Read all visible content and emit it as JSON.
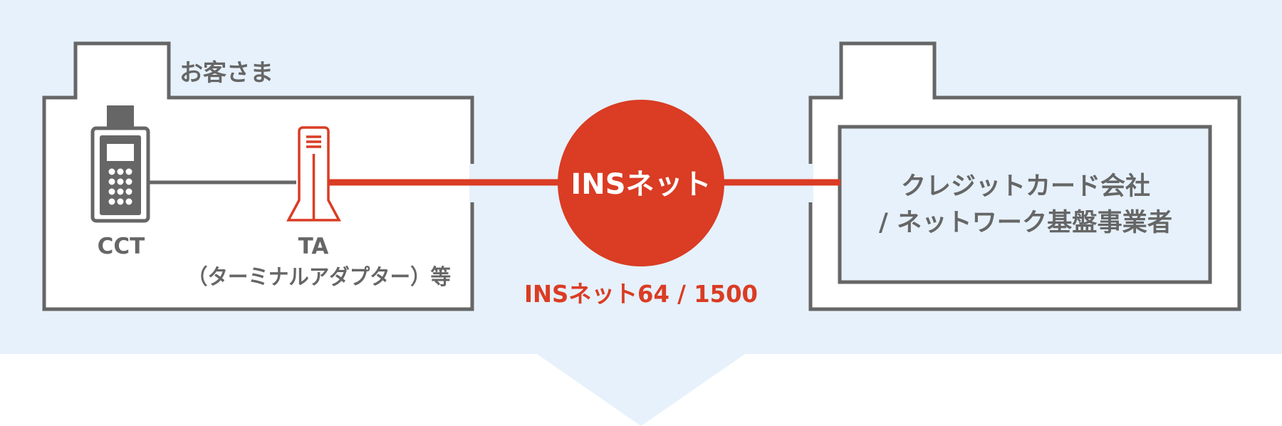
{
  "customer": {
    "label": "お客さま",
    "cct_label": "CCT",
    "ta_label": "TA",
    "ta_description": "（ターミナルアダプター）等"
  },
  "network": {
    "name": "INSネット",
    "service_label": "INSネット64 / 1500"
  },
  "provider": {
    "line1": "クレジットカード会社",
    "line2": "/ ネットワーク基盤事業者"
  },
  "colors": {
    "panel_background": "#e6f1fb",
    "outline": "#666666",
    "accent_red": "#da3c24",
    "text_gray": "#666666"
  }
}
